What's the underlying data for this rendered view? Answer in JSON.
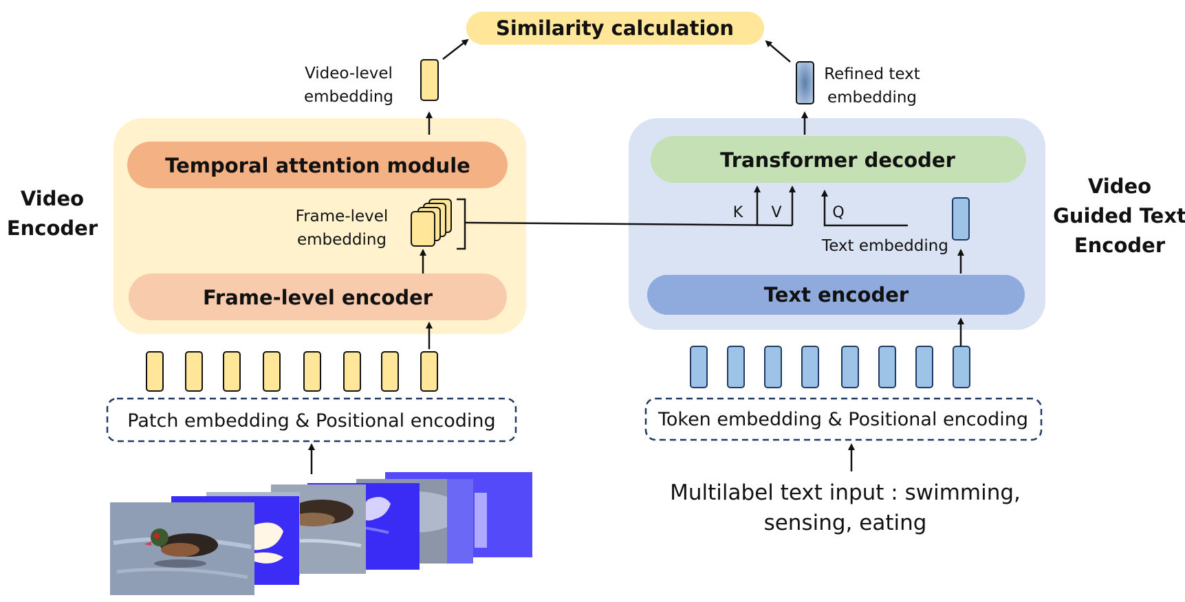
{
  "similarity": {
    "label": "Similarity calculation"
  },
  "video_encoder": {
    "title_line1": "Video",
    "title_line2": "Encoder",
    "temporal_module": "Temporal attention module",
    "frame_encoder": "Frame-level encoder",
    "frame_emb_line1": "Frame-level",
    "frame_emb_line2": "embedding",
    "video_emb_line1": "Video-level",
    "video_emb_line2": "embedding",
    "patch_embedding": "Patch embedding & Positional encoding"
  },
  "text_encoder": {
    "title_line1": "Video",
    "title_line2": "Guided Text",
    "title_line3": "Encoder",
    "transformer_decoder": "Transformer decoder",
    "text_encoder": "Text encoder",
    "text_emb": "Text embedding",
    "refined_line1": "Refined text",
    "refined_line2": "embedding",
    "token_embedding": "Token embedding & Positional encoding",
    "key_label": "K",
    "value_label": "V",
    "query_label": "Q"
  },
  "input_text": {
    "line1": "Multilabel text input : swimming,",
    "line2": "sensing, eating"
  },
  "colors": {
    "yellow_panel": "#fff2cc",
    "yellow_token": "#ffe699",
    "orange_module": "#f4b183",
    "peach_module": "#f8cbad",
    "blue_panel": "#dae3f3",
    "green_module": "#c5e0b4",
    "blue_module": "#8faadc",
    "blue_token": "#9dc3e6",
    "dark_blue_border": "#203864"
  }
}
